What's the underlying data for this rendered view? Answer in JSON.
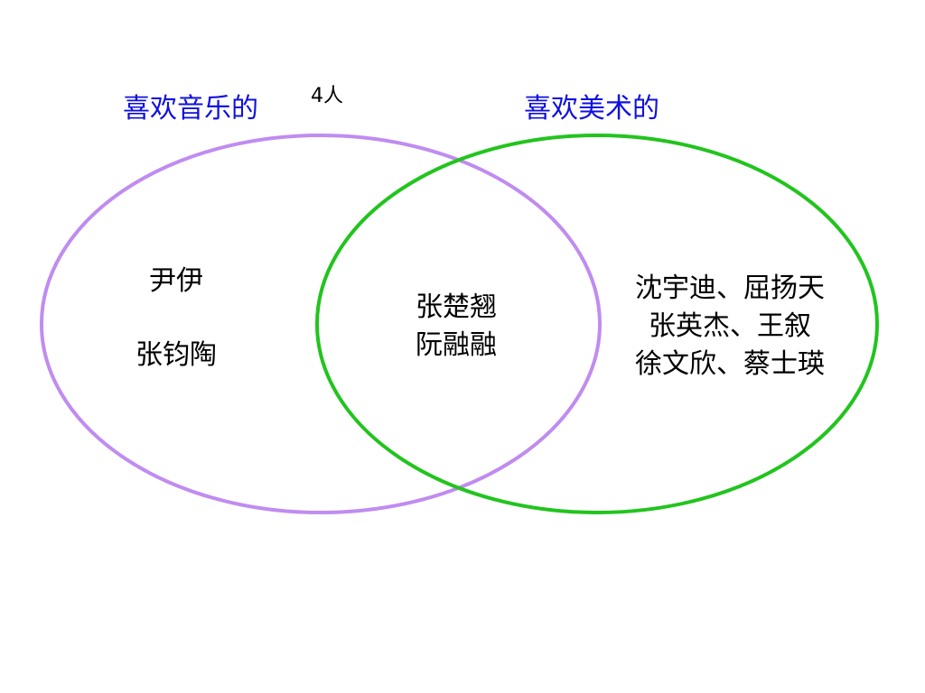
{
  "sets": {
    "music": {
      "title": "喜欢音乐的",
      "color": "#c08cf0",
      "only_names": [
        "尹伊",
        "张钧陶"
      ]
    },
    "art": {
      "title": "喜欢美术的",
      "color": "#22c41e",
      "only_names": [
        "沈宇迪、屈扬天",
        "张英杰、王叙",
        "徐文欣、蔡士瑛"
      ]
    }
  },
  "overlap": {
    "names": [
      "张楚翘",
      "阮融融"
    ]
  },
  "count_label": "4人",
  "title_color": "#1010e0"
}
